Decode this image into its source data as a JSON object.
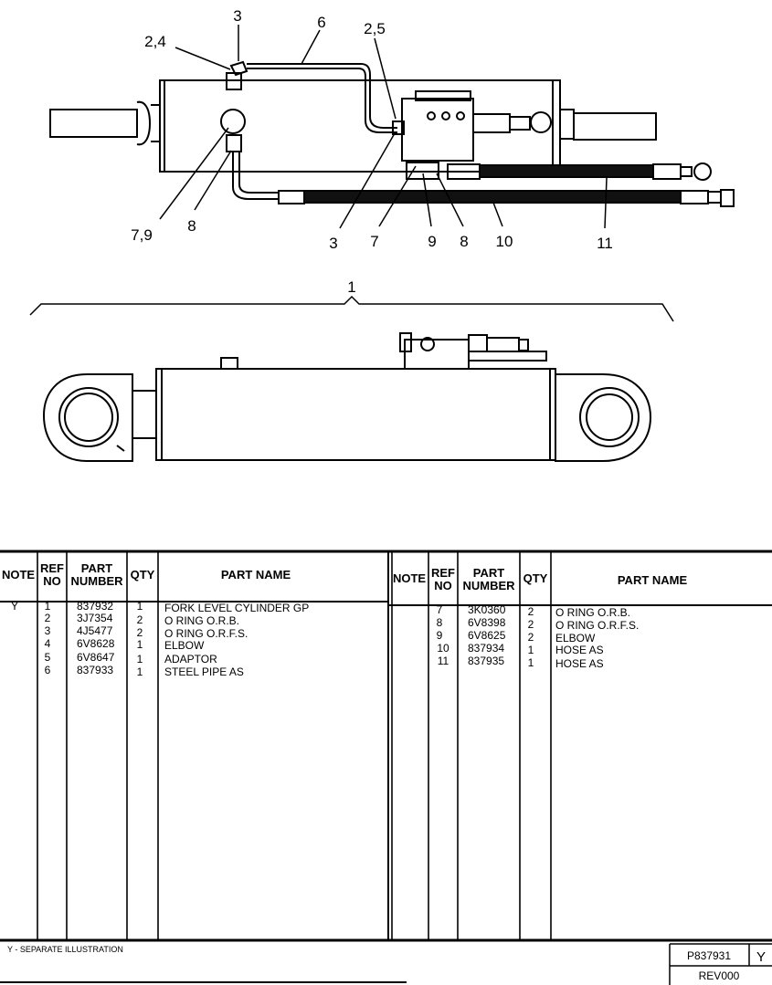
{
  "callouts": {
    "top": {
      "c3a": "3",
      "c24a": "2,4",
      "c6": "6",
      "c25": "2,5",
      "c79": "7,9",
      "c8a": "8",
      "c3b": "3",
      "c7": "7",
      "c9": "9",
      "c8b": "8",
      "c10": "10",
      "c11": "11"
    },
    "group": "1"
  },
  "table": {
    "headers": {
      "note": "NOTE",
      "ref_line1": "REF",
      "ref_line2": "NO",
      "part_line1": "PART",
      "part_line2": "NUMBER",
      "qty": "QTY",
      "name": "PART NAME"
    },
    "left_rows": [
      {
        "note": "Y",
        "ref": "1",
        "part": "837932",
        "qty": "1",
        "name": "FORK LEVEL CYLINDER GP"
      },
      {
        "note": "",
        "ref": "2",
        "part": "3J7354",
        "qty": "2",
        "name": "O RING O.R.B."
      },
      {
        "note": "",
        "ref": "3",
        "part": "4J5477",
        "qty": "2",
        "name": "O RING O.R.F.S."
      },
      {
        "note": "",
        "ref": "4",
        "part": "6V8628",
        "qty": "1",
        "name": "ELBOW"
      },
      {
        "note": "",
        "ref": "5",
        "part": "6V8647",
        "qty": "1",
        "name": "ADAPTOR"
      },
      {
        "note": "",
        "ref": "6",
        "part": "837933",
        "qty": "1",
        "name": "STEEL PIPE AS"
      }
    ],
    "right_rows": [
      {
        "note": "",
        "ref": "7",
        "part": "3K0360",
        "qty": "2",
        "name": "O RING O.R.B."
      },
      {
        "note": "",
        "ref": "8",
        "part": "6V8398",
        "qty": "2",
        "name": "O RING O.R.F.S."
      },
      {
        "note": "",
        "ref": "9",
        "part": "6V8625",
        "qty": "2",
        "name": "ELBOW"
      },
      {
        "note": "",
        "ref": "10",
        "part": "837934",
        "qty": "1",
        "name": "HOSE AS"
      },
      {
        "note": "",
        "ref": "11",
        "part": "837935",
        "qty": "1",
        "name": "HOSE AS"
      }
    ]
  },
  "footer": {
    "note": "Y - SEPARATE ILLUSTRATION",
    "doc_number": "P837931",
    "doc_flag": "Y",
    "revision": "REV000"
  }
}
